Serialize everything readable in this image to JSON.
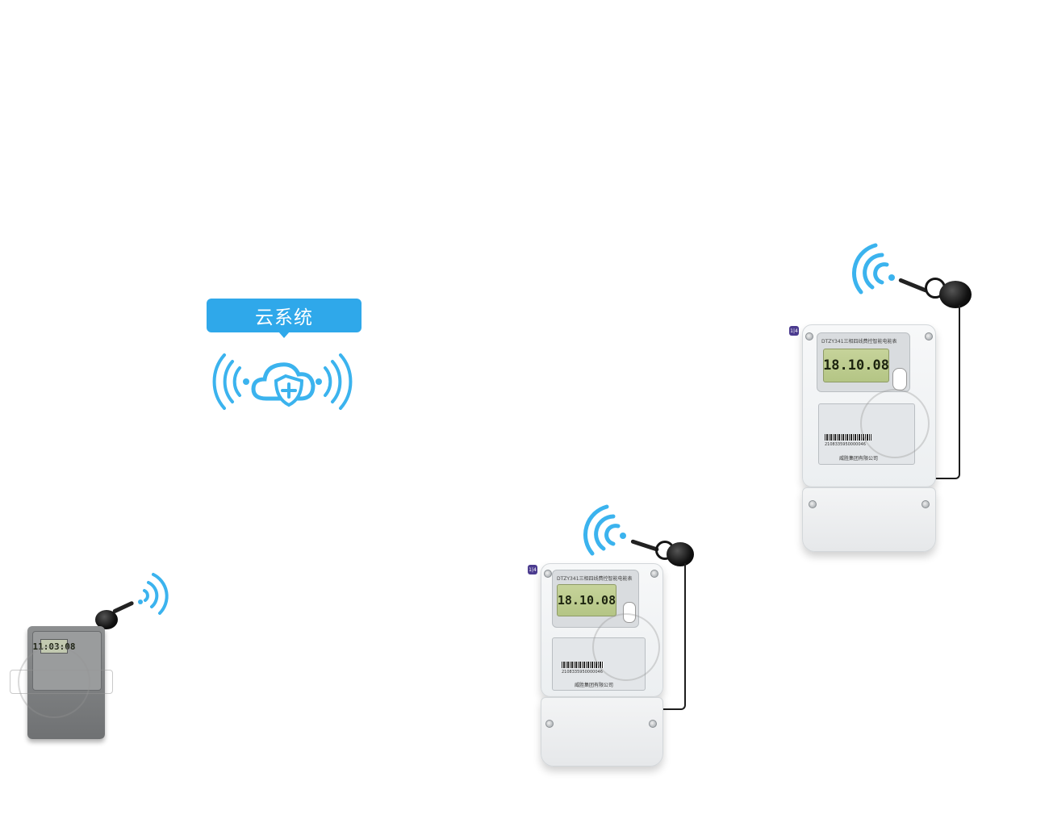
{
  "colors": {
    "accent": "#2fa8ea",
    "signal": "#3bb3ee",
    "signal_light": "#8fd4f5"
  },
  "cloud": {
    "label": "云系统",
    "icon": "cloud-shield-broadcast-icon"
  },
  "meters": [
    {
      "id": "meter-right",
      "model": "DTZY341三相四线费控智能电能表",
      "display": "18.10.08",
      "serial": "2108335950000046",
      "maker": "威胜集团有限公司",
      "badge": "1|4"
    },
    {
      "id": "meter-center",
      "model": "DTZY341三相四线费控智能电能表",
      "display": "18.10.08",
      "serial": "2108335950000046",
      "maker": "威胜集团有限公司",
      "badge": "1|4"
    }
  ],
  "small_meter": {
    "display": "11:03:08"
  }
}
